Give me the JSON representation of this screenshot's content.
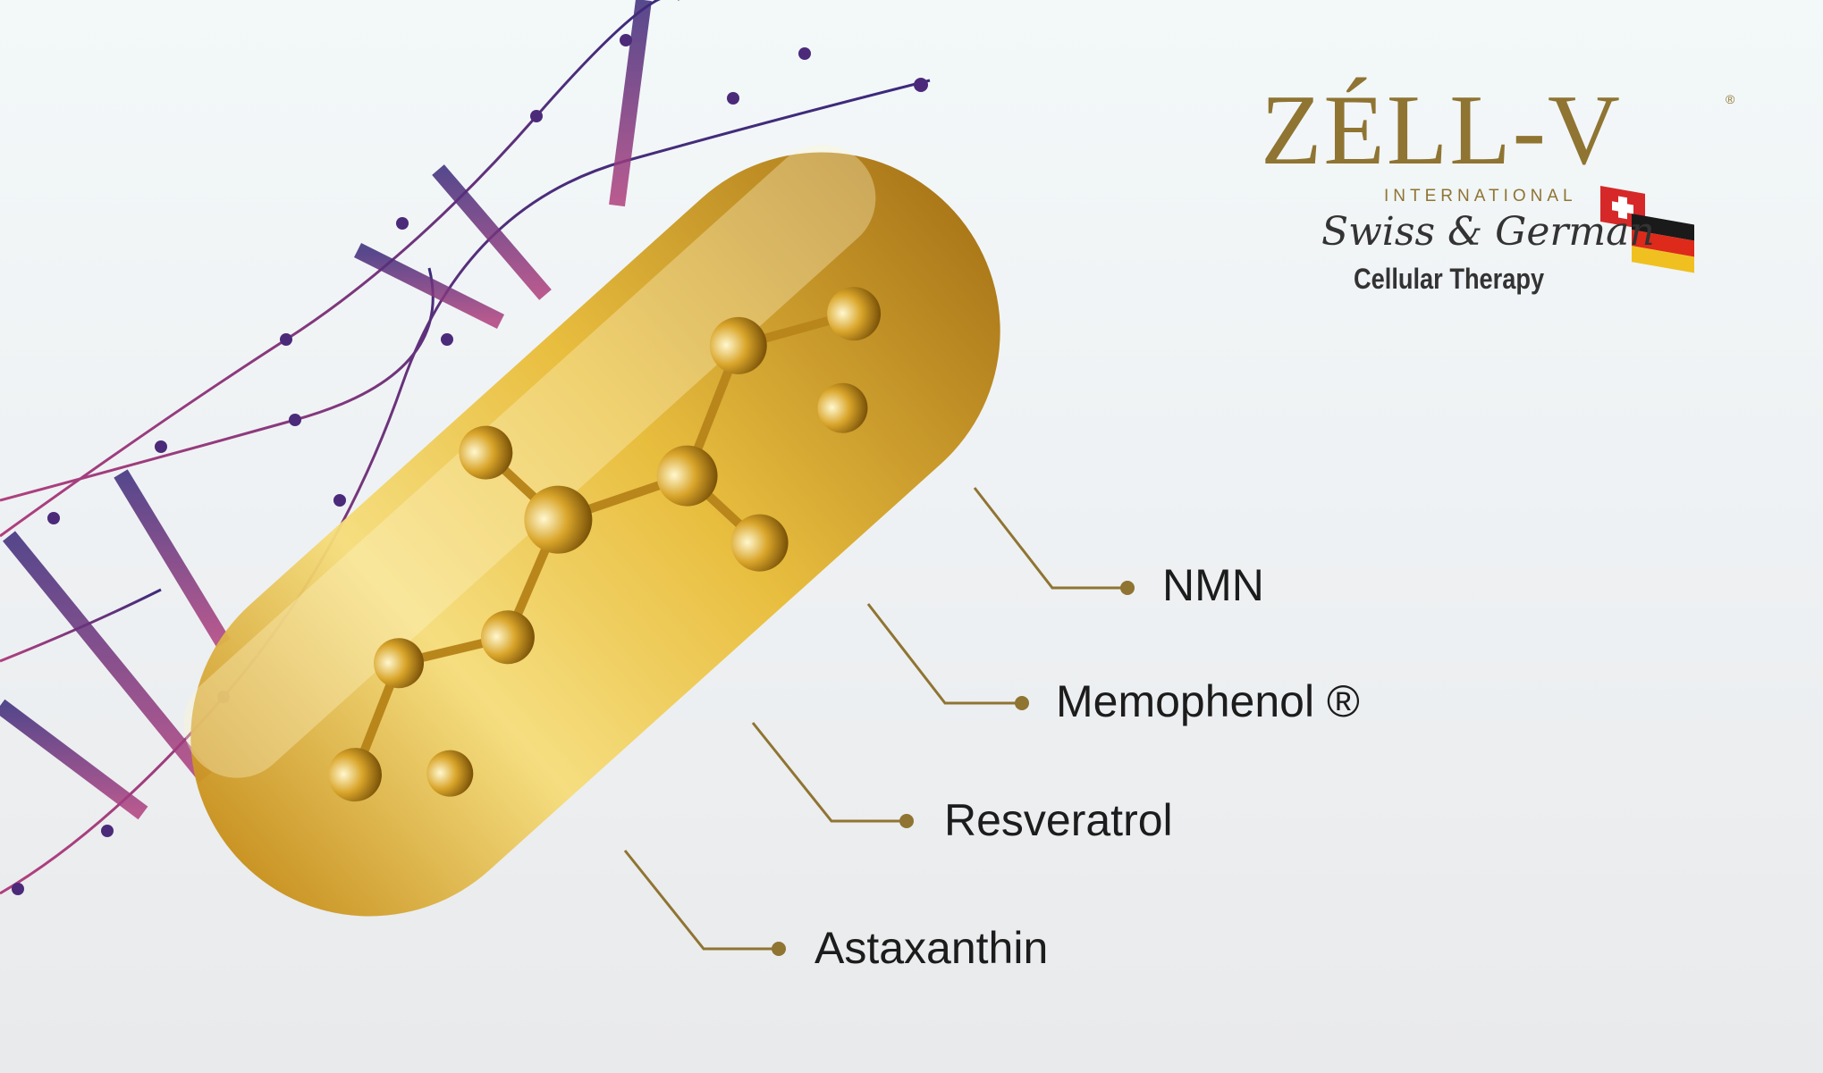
{
  "logo": {
    "brand": "ZÉLL-V",
    "registered": "®",
    "subtitle": "INTERNATIONAL",
    "tagline": "Swiss & German",
    "tagline2": "Cellular Therapy"
  },
  "ingredients": [
    {
      "label": "NMN"
    },
    {
      "label": "Memophenol ®"
    },
    {
      "label": "Resveratrol"
    },
    {
      "label": "Astaxanthin"
    }
  ],
  "colors": {
    "gold": "#8f7432",
    "dna_purple": "#4b2a7a",
    "dna_magenta": "#a0357c",
    "capsule": "#e8b92a"
  }
}
